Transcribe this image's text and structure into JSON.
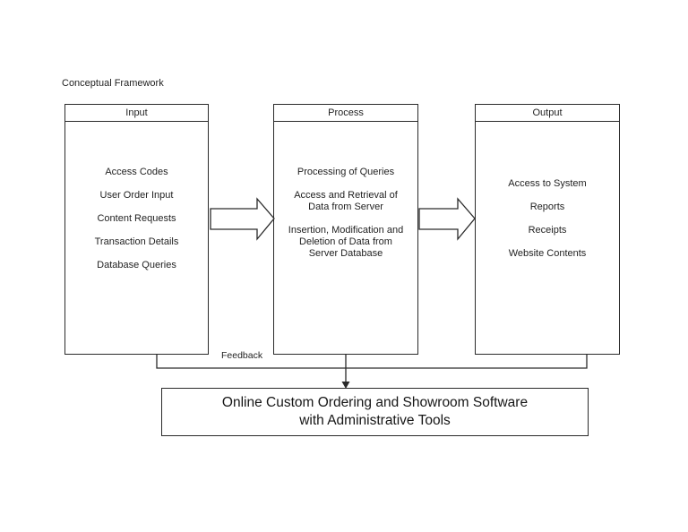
{
  "page": {
    "background": "#ffffff",
    "ink_color": "#1f1f1f",
    "line_color": "#2a2a2a"
  },
  "diagram": {
    "title": "Conceptual Framework",
    "columns": [
      {
        "header": "Input",
        "items": [
          "Access Codes",
          "User Order Input",
          "Content Requests",
          "Transaction Details",
          "Database Queries"
        ]
      },
      {
        "header": "Process",
        "items": [
          "Processing of Queries",
          "Access and Retrieval of\nData from Server",
          "Insertion, Modification and\nDeletion of Data from\nServer Database"
        ]
      },
      {
        "header": "Output",
        "items": [
          "Access to System",
          "Reports",
          "Receipts",
          "Website Contents"
        ]
      }
    ],
    "feedback_label": "Feedback",
    "bottom_box_text": "Online Custom Ordering and Showroom Software\nwith Administrative Tools"
  }
}
